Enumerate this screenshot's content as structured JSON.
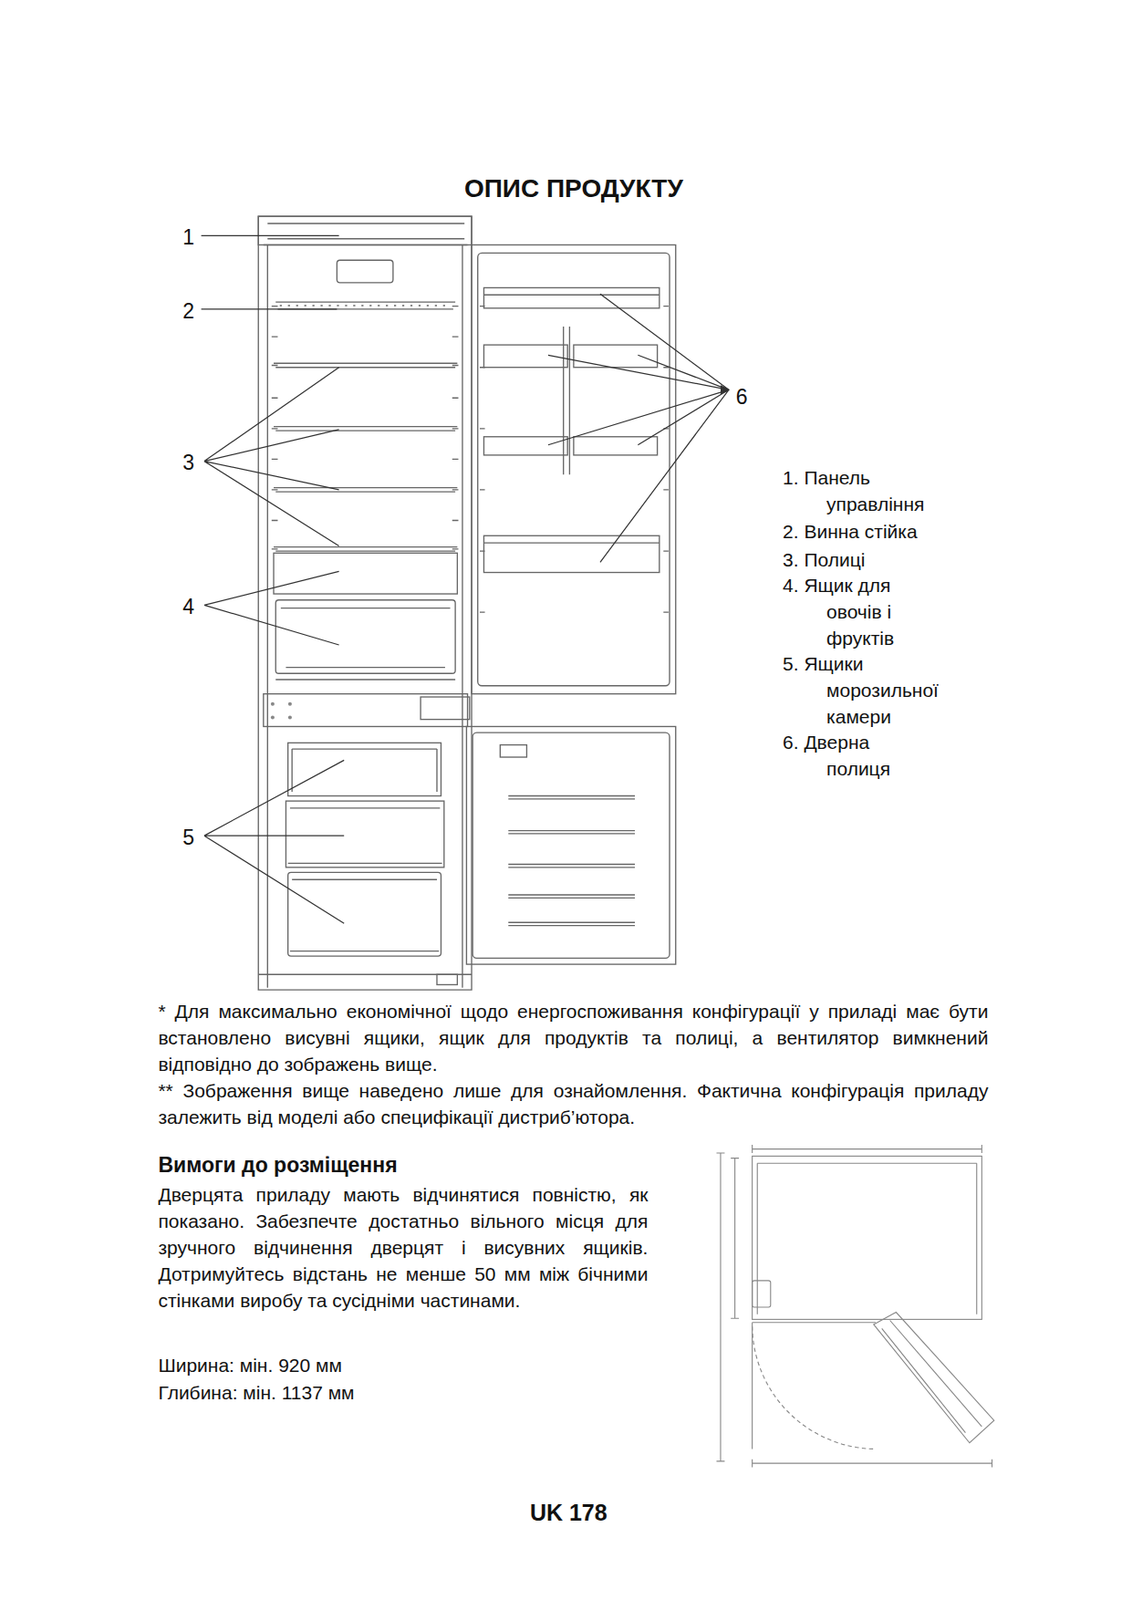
{
  "diagram": {
    "title": "ОПИС ПРОДУКТУ",
    "labels": [
      "1",
      "2",
      "6",
      "3",
      "4",
      "5",
      "1. Панель управління",
      "2. Винна стійка",
      "3. Полиці",
      "4. Ящик для овочів і фруктів",
      "5. Ящики морозильної камери",
      "6. Дверна полиця",
      "* Для максимально економічної щодо енергоспоживання конфігурації у приладі має бути встановлено висувні ящики, ящик для продуктів та полиці, а вентилятор вимкнений відповідно до зображень вище.",
      "** Зображення вище наведено лише для ознайомлення. Фактична конфігурація приладу залежить від моделі або специфікації дистриб’ютора.",
      "Вимоги до розміщення",
      "Дверцята приладу мають відчинятися повністю, як показано. Забезпечте достатньо вільного місця для зручного відчинення дверцят і висувних ящиків. Дотримуйтесь відстань не менше 50 мм між бічними стінками виробу та сусідніми частинами.",
      "Ширина: мін. 920 мм",
      "Глибина: мін. 1137 мм",
      "UK 178"
    ]
  }
}
